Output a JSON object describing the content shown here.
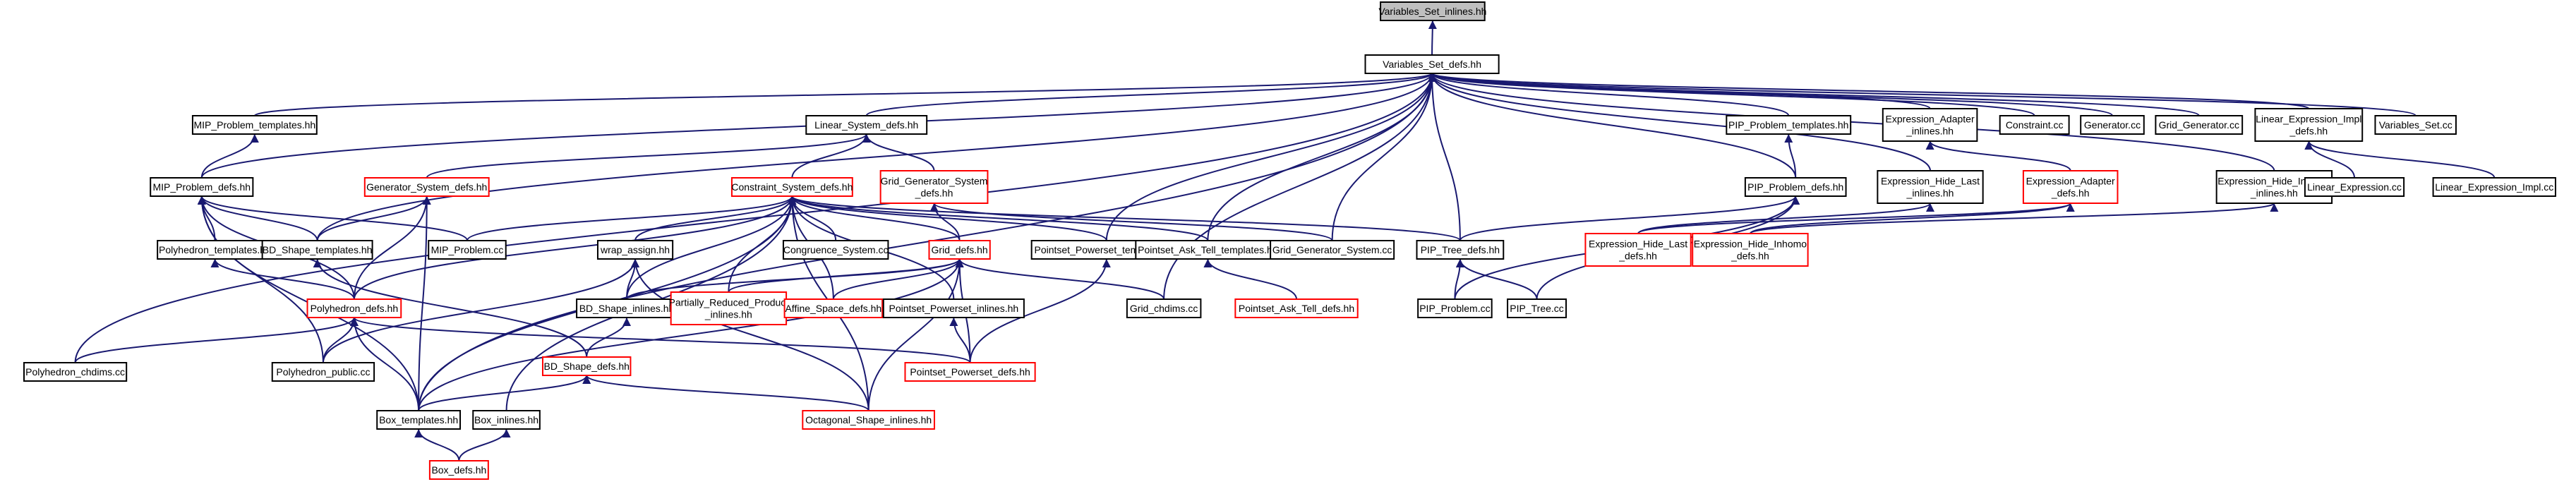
{
  "colors": {
    "edge": "#191970",
    "node_border": "#000000",
    "node_border_incomplete": "#ff0000",
    "root_fill": "#bfbfbf"
  },
  "nodes": [
    {
      "id": "vsi",
      "lines": [
        "Variables_Set_inlines.hh"
      ],
      "style": "gray"
    },
    {
      "id": "vsd",
      "lines": [
        "Variables_Set_defs.hh"
      ],
      "style": "black"
    },
    {
      "id": "mipt",
      "lines": [
        "MIP_Problem_templates.hh"
      ],
      "style": "black"
    },
    {
      "id": "lsd",
      "lines": [
        "Linear_System_defs.hh"
      ],
      "style": "black"
    },
    {
      "id": "pipt",
      "lines": [
        "PIP_Problem_templates.hh"
      ],
      "style": "black"
    },
    {
      "id": "ead",
      "lines": [
        "Expression_Adapter",
        "_inlines.hh"
      ],
      "style": "black"
    },
    {
      "id": "constraint_cc",
      "lines": [
        "Constraint.cc"
      ],
      "style": "black"
    },
    {
      "id": "generator_cc",
      "lines": [
        "Generator.cc"
      ],
      "style": "black"
    },
    {
      "id": "grid_gen_cc",
      "lines": [
        "Grid_Generator.cc"
      ],
      "style": "black"
    },
    {
      "id": "leid",
      "lines": [
        "Linear_Expression_Impl",
        "_defs.hh"
      ],
      "style": "black"
    },
    {
      "id": "vs_cc",
      "lines": [
        "Variables_Set.cc"
      ],
      "style": "black"
    },
    {
      "id": "mipd",
      "lines": [
        "MIP_Problem_defs.hh"
      ],
      "style": "black"
    },
    {
      "id": "gsd",
      "lines": [
        "Generator_System_defs.hh"
      ],
      "style": "red"
    },
    {
      "id": "csd",
      "lines": [
        "Constraint_System_defs.hh"
      ],
      "style": "red"
    },
    {
      "id": "ggsd",
      "lines": [
        "Grid_Generator_System",
        "_defs.hh"
      ],
      "style": "red"
    },
    {
      "id": "pipd",
      "lines": [
        "PIP_Problem_defs.hh"
      ],
      "style": "black"
    },
    {
      "id": "ehli",
      "lines": [
        "Expression_Hide_Last",
        "_inlines.hh"
      ],
      "style": "black"
    },
    {
      "id": "eadd",
      "lines": [
        "Expression_Adapter",
        "_defs.hh"
      ],
      "style": "red"
    },
    {
      "id": "ehii",
      "lines": [
        "Expression_Hide_Inhomo",
        "_inlines.hh"
      ],
      "style": "black"
    },
    {
      "id": "le_cc",
      "lines": [
        "Linear_Expression.cc"
      ],
      "style": "black"
    },
    {
      "id": "lei_cc",
      "lines": [
        "Linear_Expression_Impl.cc"
      ],
      "style": "black"
    },
    {
      "id": "polyt",
      "lines": [
        "Polyhedron_templates.hh"
      ],
      "style": "black"
    },
    {
      "id": "bdst",
      "lines": [
        "BD_Shape_templates.hh"
      ],
      "style": "black"
    },
    {
      "id": "mip_cc",
      "lines": [
        "MIP_Problem.cc"
      ],
      "style": "black"
    },
    {
      "id": "wrap",
      "lines": [
        "wrap_assign.hh"
      ],
      "style": "black"
    },
    {
      "id": "congr_cc",
      "lines": [
        "Congruence_System.cc"
      ],
      "style": "black"
    },
    {
      "id": "gridd",
      "lines": [
        "Grid_defs.hh"
      ],
      "style": "red"
    },
    {
      "id": "ppt",
      "lines": [
        "Pointset_Powerset_templates.hh"
      ],
      "style": "black"
    },
    {
      "id": "patt",
      "lines": [
        "Pointset_Ask_Tell_templates.hh"
      ],
      "style": "black"
    },
    {
      "id": "ggs_cc",
      "lines": [
        "Grid_Generator_System.cc"
      ],
      "style": "black"
    },
    {
      "id": "piptree",
      "lines": [
        "PIP_Tree_defs.hh"
      ],
      "style": "black"
    },
    {
      "id": "ehld",
      "lines": [
        "Expression_Hide_Last",
        "_defs.hh"
      ],
      "style": "red"
    },
    {
      "id": "ehid",
      "lines": [
        "Expression_Hide_Inhomo",
        "_defs.hh"
      ],
      "style": "red"
    },
    {
      "id": "polyd",
      "lines": [
        "Polyhedron_defs.hh"
      ],
      "style": "red"
    },
    {
      "id": "bdsi",
      "lines": [
        "BD_Shape_inlines.hh"
      ],
      "style": "black"
    },
    {
      "id": "prpi",
      "lines": [
        "Partially_Reduced_Product",
        "_inlines.hh"
      ],
      "style": "red"
    },
    {
      "id": "asd",
      "lines": [
        "Affine_Space_defs.hh"
      ],
      "style": "red"
    },
    {
      "id": "ppi",
      "lines": [
        "Pointset_Powerset_inlines.hh"
      ],
      "style": "black"
    },
    {
      "id": "gridch",
      "lines": [
        "Grid_chdims.cc"
      ],
      "style": "black"
    },
    {
      "id": "patd",
      "lines": [
        "Pointset_Ask_Tell_defs.hh"
      ],
      "style": "red"
    },
    {
      "id": "pip_cc",
      "lines": [
        "PIP_Problem.cc"
      ],
      "style": "black"
    },
    {
      "id": "piptree_cc",
      "lines": [
        "PIP_Tree.cc"
      ],
      "style": "black"
    },
    {
      "id": "polych",
      "lines": [
        "Polyhedron_chdims.cc"
      ],
      "style": "black"
    },
    {
      "id": "polypub",
      "lines": [
        "Polyhedron_public.cc"
      ],
      "style": "black"
    },
    {
      "id": "bdsd",
      "lines": [
        "BD_Shape_defs.hh"
      ],
      "style": "red"
    },
    {
      "id": "ppd",
      "lines": [
        "Pointset_Powerset_defs.hh"
      ],
      "style": "red"
    },
    {
      "id": "boxt",
      "lines": [
        "Box_templates.hh"
      ],
      "style": "black"
    },
    {
      "id": "boxi",
      "lines": [
        "Box_inlines.hh"
      ],
      "style": "black"
    },
    {
      "id": "osi",
      "lines": [
        "Octagonal_Shape_inlines.hh"
      ],
      "style": "red"
    },
    {
      "id": "boxd",
      "lines": [
        "Box_defs.hh"
      ],
      "style": "red"
    }
  ],
  "edges": [
    [
      "vsd",
      "vsi"
    ],
    [
      "mipt",
      "vsd"
    ],
    [
      "lsd",
      "vsd"
    ],
    [
      "pipt",
      "vsd"
    ],
    [
      "ead",
      "vsd"
    ],
    [
      "constraint_cc",
      "vsd"
    ],
    [
      "generator_cc",
      "vsd"
    ],
    [
      "grid_gen_cc",
      "vsd"
    ],
    [
      "leid",
      "vsd"
    ],
    [
      "vs_cc",
      "vsd"
    ],
    [
      "mipd",
      "vsd"
    ],
    [
      "pipd",
      "vsd"
    ],
    [
      "ehli",
      "vsd"
    ],
    [
      "ehii",
      "vsd"
    ],
    [
      "bdst",
      "vsd"
    ],
    [
      "ppt",
      "vsd"
    ],
    [
      "patt",
      "vsd"
    ],
    [
      "ggs_cc",
      "vsd"
    ],
    [
      "piptree",
      "vsd"
    ],
    [
      "gridch",
      "vsd"
    ],
    [
      "polych",
      "vsd"
    ],
    [
      "boxt",
      "vsd"
    ],
    [
      "mipd",
      "mipt"
    ],
    [
      "csd",
      "lsd"
    ],
    [
      "gsd",
      "lsd"
    ],
    [
      "ggsd",
      "lsd"
    ],
    [
      "pipd",
      "pipt"
    ],
    [
      "eadd",
      "ead"
    ],
    [
      "le_cc",
      "leid"
    ],
    [
      "lei_cc",
      "leid"
    ],
    [
      "polyt",
      "mipd"
    ],
    [
      "bdst",
      "mipd"
    ],
    [
      "mip_cc",
      "mipd"
    ],
    [
      "polyd",
      "mipd"
    ],
    [
      "polypub",
      "mipd"
    ],
    [
      "boxt",
      "mipd"
    ],
    [
      "bdst",
      "gsd"
    ],
    [
      "polyd",
      "gsd"
    ],
    [
      "boxt",
      "gsd"
    ],
    [
      "mip_cc",
      "csd"
    ],
    [
      "wrap",
      "csd"
    ],
    [
      "congr_cc",
      "csd"
    ],
    [
      "gridd",
      "csd"
    ],
    [
      "ppt",
      "csd"
    ],
    [
      "patt",
      "csd"
    ],
    [
      "piptree",
      "csd"
    ],
    [
      "polyd",
      "csd"
    ],
    [
      "bdsi",
      "csd"
    ],
    [
      "prpi",
      "csd"
    ],
    [
      "asd",
      "csd"
    ],
    [
      "ppi",
      "csd"
    ],
    [
      "boxt",
      "csd"
    ],
    [
      "boxi",
      "csd"
    ],
    [
      "osi",
      "csd"
    ],
    [
      "gridd",
      "ggsd"
    ],
    [
      "ggs_cc",
      "ggsd"
    ],
    [
      "piptree",
      "pipd"
    ],
    [
      "pip_cc",
      "pipd"
    ],
    [
      "piptree_cc",
      "pipd"
    ],
    [
      "ehld",
      "ehli"
    ],
    [
      "ehld",
      "eadd"
    ],
    [
      "ehid",
      "eadd"
    ],
    [
      "ehid",
      "ehii"
    ],
    [
      "polyd",
      "polyt"
    ],
    [
      "bdsd",
      "bdst"
    ],
    [
      "bdsi",
      "wrap"
    ],
    [
      "polypub",
      "wrap"
    ],
    [
      "osi",
      "wrap"
    ],
    [
      "bdsi",
      "gridd"
    ],
    [
      "prpi",
      "gridd"
    ],
    [
      "asd",
      "gridd"
    ],
    [
      "gridch",
      "gridd"
    ],
    [
      "ppd",
      "gridd"
    ],
    [
      "boxt",
      "gridd"
    ],
    [
      "osi",
      "gridd"
    ],
    [
      "ppd",
      "ppt"
    ],
    [
      "patd",
      "patt"
    ],
    [
      "pip_cc",
      "piptree"
    ],
    [
      "piptree_cc",
      "piptree"
    ],
    [
      "polych",
      "polyd"
    ],
    [
      "polypub",
      "polyd"
    ],
    [
      "ppd",
      "polyd"
    ],
    [
      "boxt",
      "polyd"
    ],
    [
      "bdsd",
      "bdsi"
    ],
    [
      "ppd",
      "ppi"
    ],
    [
      "boxt",
      "bdsd"
    ],
    [
      "osi",
      "bdsd"
    ],
    [
      "boxd",
      "boxi"
    ],
    [
      "boxd",
      "boxt"
    ]
  ]
}
